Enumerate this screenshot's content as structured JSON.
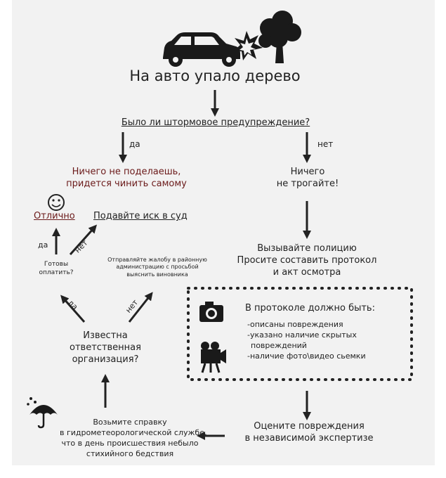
{
  "title": "На авто упало дерево",
  "question_storm": "Было ли штормовое предупреждение?",
  "answer_yes": "да",
  "answer_no": "нет",
  "result_nothing_1": "Ничего не поделаешь,",
  "result_nothing_2": "придется чинить самому",
  "result_dont_touch_1": "Ничего",
  "result_dont_touch_2": "не трогайте!",
  "excellent": "Отлично",
  "sue": "Подавйте иск в суд",
  "ready_to_pay_1": "Готовы",
  "ready_to_pay_2": "оплатить?",
  "complaint_1": "Отправляйте жалобу в районную",
  "complaint_2": "администрацию с просьбой",
  "complaint_3": "выяснить виновника",
  "call_police_1": "Вызывайте полицию",
  "call_police_2": "Просите составить протокол",
  "call_police_3": "и акт осмотра",
  "protocol_title": "В протоколе должно быть:",
  "protocol_items": [
    "-описаны повреждения",
    "-указано наличие скрытых",
    "повреждений",
    "-наличие фото\\видео сьемки"
  ],
  "known_org_1": "Известна",
  "known_org_2": "ответственная",
  "known_org_3": "организация?",
  "get_cert_1": "Возьмите справку",
  "get_cert_2": "в гидрометеорологической службе,",
  "get_cert_3": "что в день происшествия небыло",
  "get_cert_4": "стихийного бедствия",
  "assess_1": "Оцените повреждения",
  "assess_2": "в независимой экспертизе",
  "colors": {
    "background": "#f2f2f2",
    "text": "#222222",
    "accent_red": "#6b1a1a"
  }
}
